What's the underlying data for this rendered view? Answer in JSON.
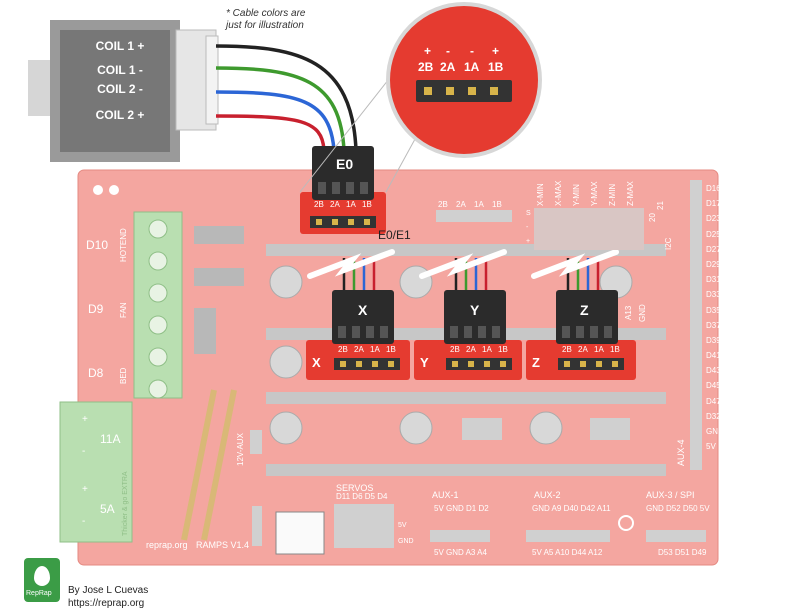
{
  "note": {
    "line1": "* Cable colors are",
    "line2": "just for illustration"
  },
  "motor": {
    "coils": [
      "COIL 1  +",
      "COIL 1  -",
      "COIL 2  -",
      "COIL 2  +"
    ]
  },
  "zoom": {
    "signs": [
      "+",
      "-",
      "-",
      "+"
    ],
    "pins": [
      "2B",
      "2A",
      "1A",
      "1B"
    ]
  },
  "drivers": {
    "e0": {
      "name": "E0"
    },
    "x": {
      "name": "X"
    },
    "y": {
      "name": "Y"
    },
    "z": {
      "name": "Z"
    },
    "pins": [
      "2B",
      "2A",
      "1A",
      "1B"
    ],
    "e0e1_label": "E0/E1"
  },
  "left_terminals": {
    "d10": "D10",
    "d9": "D9",
    "d8": "D8",
    "hotend": "HOTEND",
    "fan": "FAN",
    "bed": "BED",
    "amp11": "11A",
    "amp5": "5A",
    "plus": "+",
    "minus": "-",
    "extra": "Thicker & go EXTRA"
  },
  "endstops": {
    "labels": [
      "X-MIN",
      "X-MAX",
      "Y-MIN",
      "Y-MAX",
      "Z-MIN",
      "Z-MAX"
    ],
    "s": "S",
    "minus": "-",
    "plus": "+",
    "n20": "20",
    "n21": "21",
    "i2c": "I2C"
  },
  "right_pins": [
    "D16",
    "D17",
    "D23",
    "D25",
    "D27",
    "D29",
    "D31",
    "D33",
    "D35",
    "D37",
    "D39",
    "D41",
    "D43",
    "D45",
    "D47",
    "D32",
    "GND",
    "5V"
  ],
  "aux4": "AUX-4",
  "a13": "A13",
  "gnd_small": "GND",
  "v12aux": "12V-AUX",
  "servos": {
    "title": "SERVOS",
    "pins": "D11 D6  D5  D4",
    "v5": "5V",
    "gnd": "GND"
  },
  "aux1": {
    "title": "AUX-1",
    "top": "5V GND D1 D2",
    "bottom": "5V GND A3 A4"
  },
  "aux2": {
    "title": "AUX-2",
    "top": "GND A9 D40 D42 A11",
    "bottom": "5V  A5  A10  D44  A12"
  },
  "aux3": {
    "title": "AUX-3 / SPI",
    "top": "GND D52 D50 5V",
    "bottom": "D53 D51 D49"
  },
  "board": {
    "site": "reprap.org",
    "version": "RAMPS V1.4"
  },
  "credit": {
    "author": "By Jose L Cuevas",
    "url": "https://reprap.org"
  },
  "logo_text": "RepRap",
  "colors": {
    "board": "#f4a6a0",
    "red": "#e53b30",
    "driver": "#2b2b2b",
    "terminal": "#b9dfb1"
  }
}
